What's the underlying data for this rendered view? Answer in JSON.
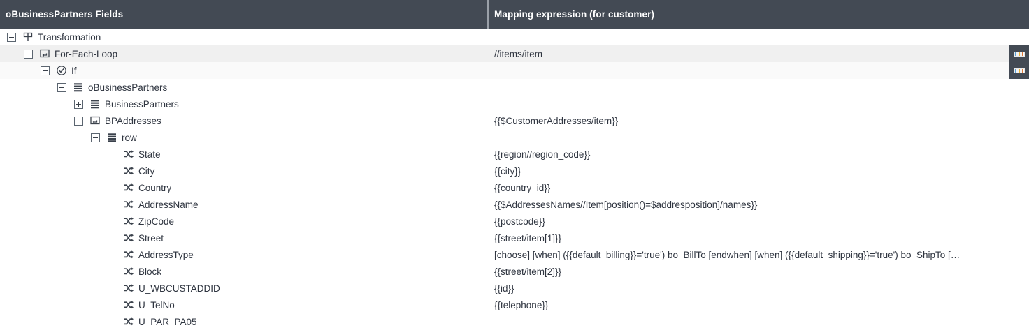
{
  "header": {
    "fields_column": "oBusinessPartners Fields",
    "mapping_column": "Mapping expression (for customer)"
  },
  "row_tool_button": {
    "icon": "color-bars-icon",
    "label": ""
  },
  "tree": {
    "rows": [
      {
        "label": "Transformation",
        "expression": "",
        "depth": 0,
        "toggle": "minus",
        "icon": "signpost-icon",
        "stripe": "plain",
        "has_tool": false
      },
      {
        "label": "For-Each-Loop",
        "expression": "//items/item",
        "depth": 1,
        "toggle": "minus",
        "icon": "loop-icon",
        "stripe": "alt-a",
        "has_tool": true
      },
      {
        "label": "If",
        "expression": "",
        "depth": 2,
        "toggle": "minus",
        "icon": "check-circle-icon",
        "stripe": "alt-b",
        "has_tool": true
      },
      {
        "label": "oBusinessPartners",
        "expression": "",
        "depth": 3,
        "toggle": "minus",
        "icon": "list-icon",
        "stripe": "plain",
        "has_tool": false
      },
      {
        "label": "BusinessPartners",
        "expression": "",
        "depth": 4,
        "toggle": "plus",
        "icon": "list-icon",
        "stripe": "plain",
        "has_tool": false
      },
      {
        "label": "BPAddresses",
        "expression": "{{$CustomerAddresses/item}}",
        "depth": 4,
        "toggle": "minus",
        "icon": "loop-icon",
        "stripe": "plain",
        "has_tool": false
      },
      {
        "label": "row",
        "expression": "",
        "depth": 5,
        "toggle": "minus",
        "icon": "list-icon",
        "stripe": "plain",
        "has_tool": false
      },
      {
        "label": "State",
        "expression": "{{region//region_code}}",
        "depth": 6,
        "toggle": "none",
        "icon": "shuffle-icon",
        "stripe": "plain",
        "has_tool": false
      },
      {
        "label": "City",
        "expression": "{{city}}",
        "depth": 6,
        "toggle": "none",
        "icon": "shuffle-icon",
        "stripe": "plain",
        "has_tool": false
      },
      {
        "label": "Country",
        "expression": "{{country_id}}",
        "depth": 6,
        "toggle": "none",
        "icon": "shuffle-icon",
        "stripe": "plain",
        "has_tool": false
      },
      {
        "label": "AddressName",
        "expression": "{{$AddressesNames//Item[position()=$addresposition]/names}}",
        "depth": 6,
        "toggle": "none",
        "icon": "shuffle-icon",
        "stripe": "plain",
        "has_tool": false
      },
      {
        "label": "ZipCode",
        "expression": "{{postcode}}",
        "depth": 6,
        "toggle": "none",
        "icon": "shuffle-icon",
        "stripe": "plain",
        "has_tool": false
      },
      {
        "label": "Street",
        "expression": "{{street/item[1]}}",
        "depth": 6,
        "toggle": "none",
        "icon": "shuffle-icon",
        "stripe": "plain",
        "has_tool": false
      },
      {
        "label": "AddressType",
        "expression": "[choose] [when] ({{default_billing}}='true') bo_BillTo [endwhen] [when] ({{default_shipping}}='true') bo_ShipTo […",
        "depth": 6,
        "toggle": "none",
        "icon": "shuffle-icon",
        "stripe": "plain",
        "has_tool": false
      },
      {
        "label": "Block",
        "expression": "{{street/item[2]}}",
        "depth": 6,
        "toggle": "none",
        "icon": "shuffle-icon",
        "stripe": "plain",
        "has_tool": false
      },
      {
        "label": "U_WBCUSTADDID",
        "expression": "{{id}}",
        "depth": 6,
        "toggle": "none",
        "icon": "shuffle-icon",
        "stripe": "plain",
        "has_tool": false
      },
      {
        "label": "U_TelNo",
        "expression": "{{telephone}}",
        "depth": 6,
        "toggle": "none",
        "icon": "shuffle-icon",
        "stripe": "plain",
        "has_tool": false
      },
      {
        "label": "U_PAR_PA05",
        "expression": "",
        "depth": 6,
        "toggle": "none",
        "icon": "shuffle-icon",
        "stripe": "plain",
        "has_tool": false
      }
    ]
  },
  "colors": {
    "header_bg": "#434a54",
    "header_text": "#ffffff",
    "row_alt_a": "#f0f0f0",
    "row_alt_b": "#fafafa",
    "text": "#2f3540"
  }
}
